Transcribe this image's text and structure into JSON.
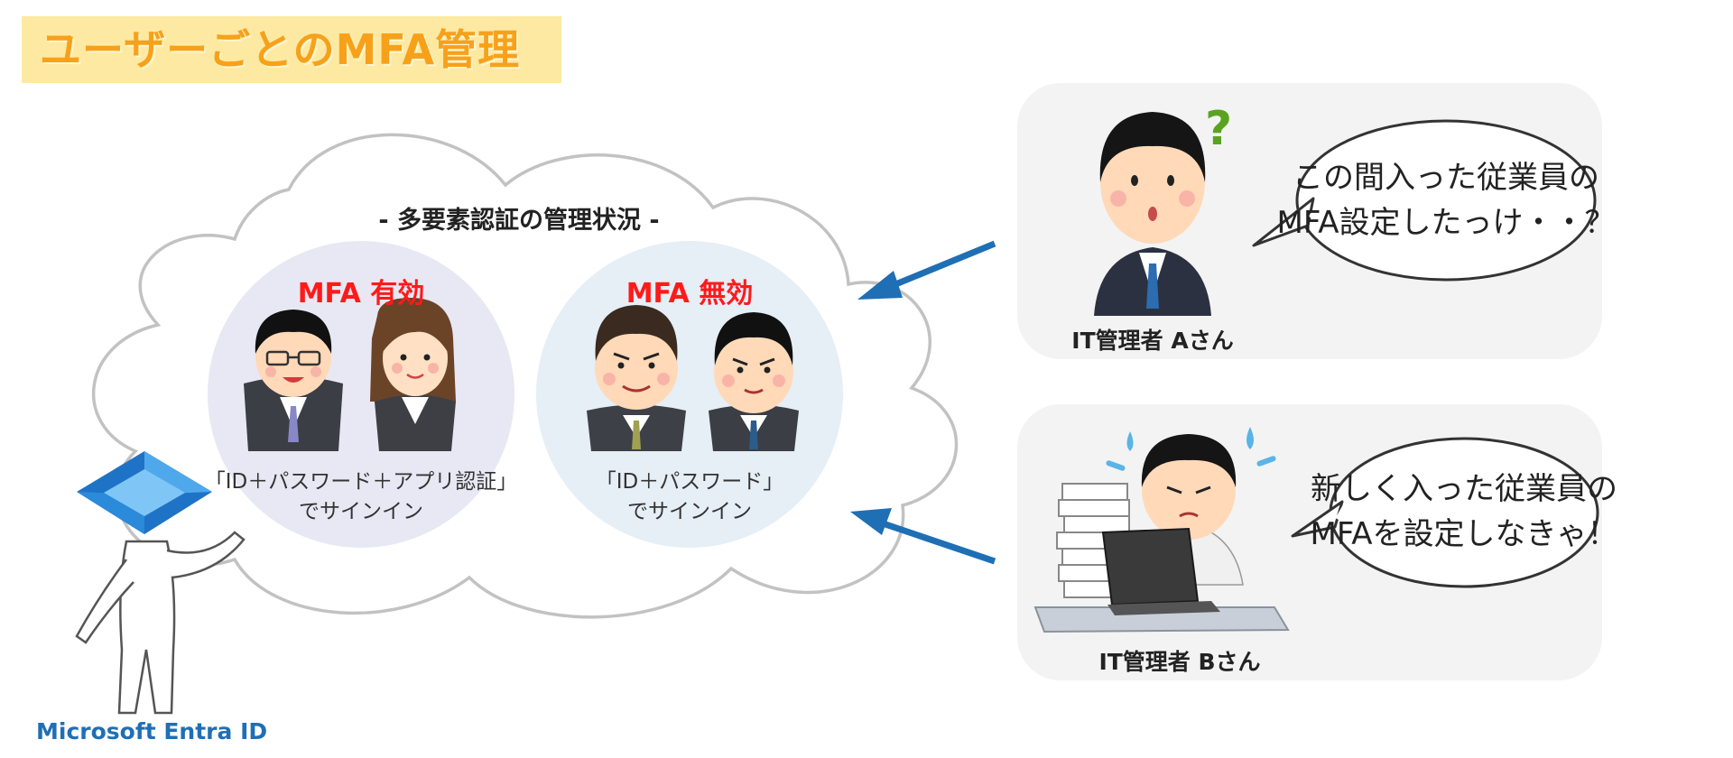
{
  "title": "ユーザーごとのMFA管理",
  "cloud": {
    "heading": "- 多要素認証の管理状況 -",
    "enabled": {
      "label": "MFA 有効",
      "caption_line1": "「ID＋パスワード＋アプリ認証」",
      "caption_line2": "でサインイン"
    },
    "disabled": {
      "label": "MFA 無効",
      "caption_line1": "「ID＋パスワード」",
      "caption_line2": "でサインイン"
    }
  },
  "admin_a": {
    "name": "IT管理者 Aさん",
    "speech_line1": "この間入った従業員の",
    "speech_line2": "MFA設定したっけ・・？",
    "mark": "?"
  },
  "admin_b": {
    "name": "IT管理者 Bさん",
    "speech_line1": "新しく入った従業員の",
    "speech_line2": "MFAを設定しなきゃ！"
  },
  "entra": {
    "label": "Microsoft Entra ID"
  },
  "colors": {
    "title_text": "#f7a11a",
    "title_band": "#fde9a2",
    "mfa_label": "#ff1a1a",
    "enabled_circle": "#e8e8f4",
    "disabled_circle": "#e6eef6",
    "arrow": "#1f6fb5",
    "entra_label": "#1f6fb5",
    "panel": "#f3f3f3"
  },
  "icons": [
    "cloud",
    "person-glasses-icon",
    "person-woman-icon",
    "person-man-icon",
    "person-man-icon",
    "question-mark-icon",
    "arrow-left-icon",
    "entra-logo-icon",
    "laptop-icon",
    "paper-stack-icon",
    "sweat-drops-icon"
  ]
}
